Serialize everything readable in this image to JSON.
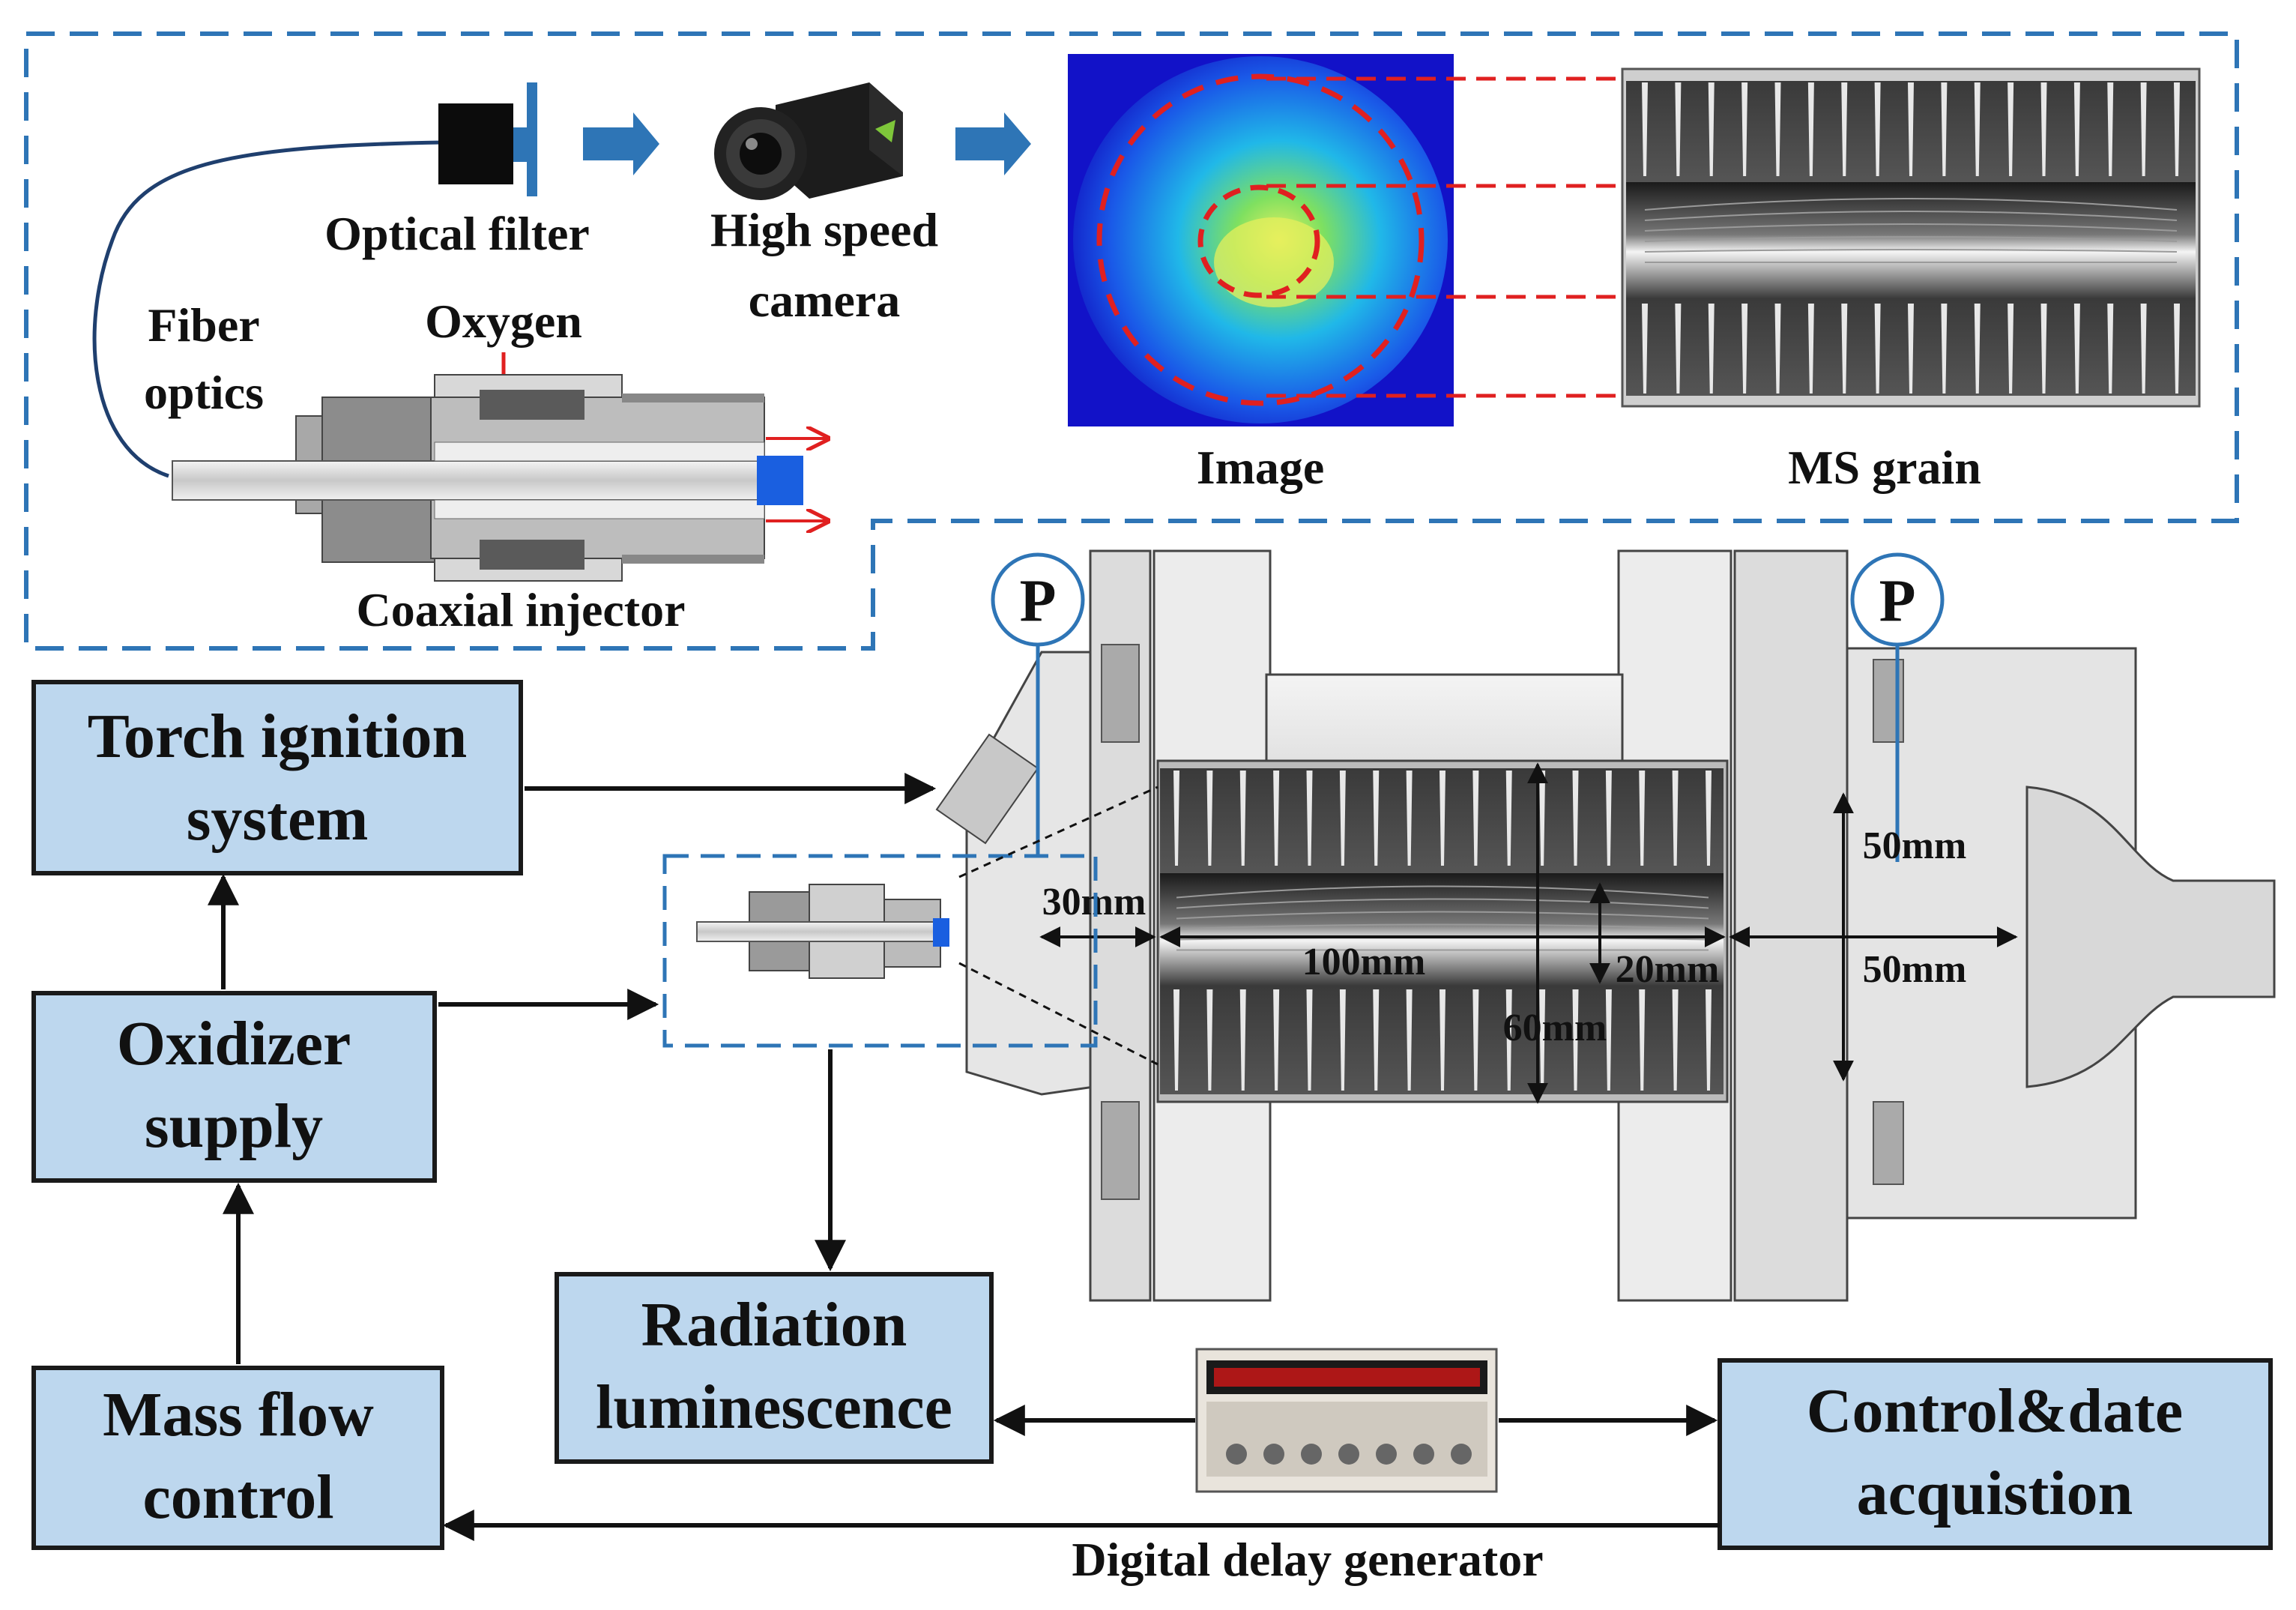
{
  "top_panel": {
    "optical_filter_label": "Optical filter",
    "camera_label_line1": "High speed",
    "camera_label_line2": "camera",
    "fiber_label_line1": "Fiber",
    "fiber_label_line2": "optics",
    "oxygen_label": "Oxygen",
    "coaxial_injector_label": "Coaxial injector",
    "image_label": "Image",
    "grain_label": "MS grain"
  },
  "blocks": {
    "torch_line1": "Torch ignition",
    "torch_line2": "system",
    "oxidizer_line1": "Oxidizer",
    "oxidizer_line2": "supply",
    "massflow_line1": "Mass flow",
    "massflow_line2": "control",
    "radiation_line1": "Radiation",
    "radiation_line2": "luminescence",
    "control_line1": "Control&date",
    "control_line2": "acquistion",
    "delay_generator_label": "Digital delay generator"
  },
  "sensors": {
    "p1": "P",
    "p2": "P"
  },
  "dimensions": {
    "d30": "30mm",
    "d100": "100mm",
    "d20": "20mm",
    "d60": "60mm",
    "d50_top": "50mm",
    "d50_bottom": "50mm"
  },
  "colors": {
    "block_fill": "#bdd7ee",
    "dash_blue": "#2e75b6",
    "arrow_blue": "#2e75b6",
    "red_marker": "#e02020"
  }
}
